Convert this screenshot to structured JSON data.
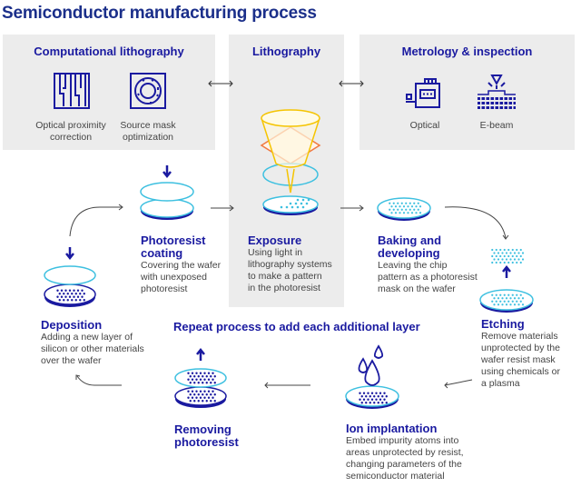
{
  "title": "Semiconductor manufacturing process",
  "panels": {
    "computational": {
      "title": "Computational lithography",
      "items": [
        {
          "icon": "optical-proximity-icon",
          "label_line1": "Optical proximity",
          "label_line2": "correction"
        },
        {
          "icon": "source-mask-icon",
          "label_line1": "Source mask",
          "label_line2": "optimization"
        }
      ]
    },
    "lithography": {
      "title": "Lithography"
    },
    "metrology": {
      "title": "Metrology & inspection",
      "items": [
        {
          "icon": "optical-inspection-icon",
          "label": "Optical"
        },
        {
          "icon": "e-beam-icon",
          "label": "E-beam"
        }
      ]
    }
  },
  "steps": {
    "photoresist": {
      "title_line1": "Photoresist",
      "title_line2": "coating",
      "desc": [
        "Covering the wafer",
        "with unexposed",
        "photoresist"
      ]
    },
    "exposure": {
      "title": "Exposure",
      "desc": [
        "Using light in",
        "lithography systems",
        "to make a pattern",
        "in the photoresist"
      ]
    },
    "baking": {
      "title_line1": "Baking and",
      "title_line2": "developing",
      "desc": [
        "Leaving the chip",
        "pattern as a photoresist",
        "mask on the wafer"
      ]
    },
    "etching": {
      "title": "Etching",
      "desc": [
        "Remove materials",
        "unprotected by the",
        "wafer resist mask",
        "using chemicals or",
        "a plasma"
      ]
    },
    "ion": {
      "title": "Ion implantation",
      "desc": [
        "Embed impurity atoms into",
        "areas unprotected by resist,",
        "changing parameters of the",
        "semiconductor material"
      ]
    },
    "removing": {
      "title_line1": "Removing",
      "title_line2": "photoresist"
    },
    "deposition": {
      "title": "Deposition",
      "desc": [
        "Adding a new layer of",
        "silicon or other materials",
        "over the wafer"
      ]
    }
  },
  "repeat_label": "Repeat process to add each additional layer",
  "colors": {
    "navy": "#1a1aa0",
    "title": "#1b2f8a",
    "cyan": "#3ec0e0",
    "yellow": "#f5c400",
    "orange": "#f07840",
    "panel": "#ececec"
  }
}
